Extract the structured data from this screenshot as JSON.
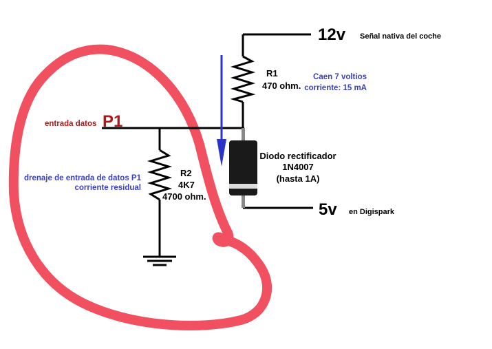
{
  "colors": {
    "wire": "#000000",
    "label_blue": "#3a3fc4",
    "label_red": "#b01818",
    "arrow_blue": "#2a35c8",
    "marker_loop": "#f05060",
    "diode_body": "#1a1a1a",
    "diode_band": "#dcdcdc",
    "diode_lead": "#888888"
  },
  "icons": {
    "resistor": "resistor-zigzag-icon",
    "diode": "diode-icon",
    "ground": "ground-icon",
    "arrow": "down-arrow-icon"
  },
  "supply": {
    "voltage": "12v",
    "description": "Señal nativa del coche"
  },
  "output": {
    "voltage": "5v",
    "description": "en Digispark"
  },
  "input": {
    "label": "entrada datos",
    "pin": "P1"
  },
  "r1": {
    "name": "R1",
    "value": "470 ohm.",
    "note_line1": "Caen 7 voltios",
    "note_line2": "corriente: 15 mA"
  },
  "r2": {
    "name": "R2",
    "code": "4K7",
    "value": "4700 ohm.",
    "note_line1": "drenaje de entrada de datos P1",
    "note_line2": "corriente residual"
  },
  "diode": {
    "line1": "Diodo rectificador",
    "line2": "1N4007",
    "line3": "(hasta 1A)"
  }
}
